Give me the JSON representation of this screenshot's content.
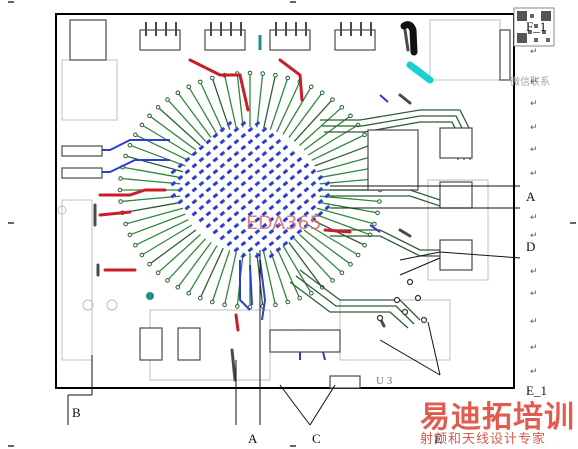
{
  "labels": {
    "f1_top": "F_1",
    "a_right": "A",
    "d_right": "D",
    "e_right": "E_1",
    "b_bottom": "B",
    "a_bottom": "A",
    "c_bottom": "C",
    "e_bottom": "E",
    "pad_u3": "U 3"
  },
  "watermark": {
    "main": "易迪拓培训",
    "sub": "射频和天线设计专家",
    "board_mark": "EDA365",
    "qr_caption": "微信联系"
  },
  "return_mark": "↵",
  "colors": {
    "trace_green": "#2e8a3a",
    "trace_dark": "#2d5d35",
    "trace_blue": "#2c3fcf",
    "trace_red": "#c81e2a",
    "trace_gray": "#4a4a4a",
    "trace_cyan": "#19d0d0",
    "trace_teal": "#1e8f86",
    "outline_gray": "#b9c1c7",
    "frame": "#000000"
  }
}
